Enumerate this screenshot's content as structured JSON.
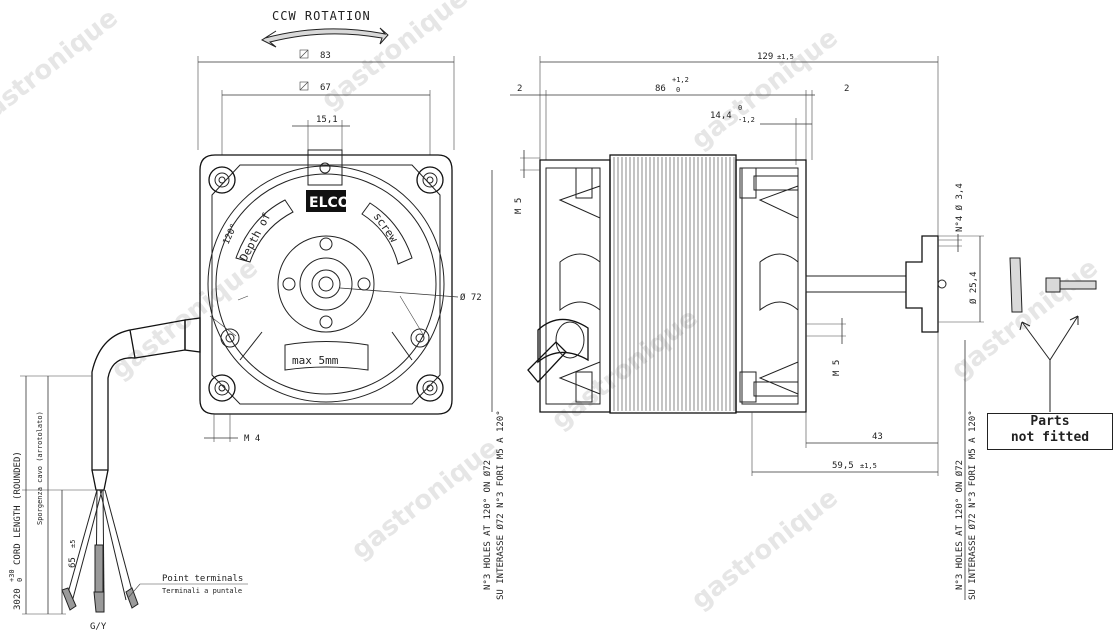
{
  "rotation": {
    "label": "CCW ROTATION"
  },
  "front_view": {
    "dim_square_outer": "83",
    "dim_square_inner": "67",
    "dim_slot": "15,1",
    "dim_bolt_circle": "Ø 72",
    "dim_thread": "M 4",
    "angle_label": "120°",
    "depth_label_1": "Depth of",
    "depth_label_2": "screw",
    "depth_label_3": "max 5mm",
    "brand": "ELCO"
  },
  "side_view": {
    "dim_total": "129",
    "dim_total_tol": "±1,5",
    "dim_body": "86",
    "dim_body_tol_up": "+1,2",
    "dim_body_tol_dn": "0",
    "dim_left_gap": "2",
    "dim_right_gap": "2",
    "dim_shaft_seg": "14,4",
    "dim_shaft_seg_tol_up": "0",
    "dim_shaft_seg_tol_dn": "-1,2",
    "dim_m5_top": "M 5",
    "dim_m5_bottom": "M 5",
    "dim_hole_dia": "N°4 Ø 3,4",
    "dim_hub_dia": "Ø 25,4",
    "dim_43": "43",
    "dim_59": "59,5",
    "dim_59_tol": "±1,5",
    "holes_en_left": "N°3 HOLES AT 120° ON Ø72",
    "holes_it_left": "SU INTERASSE Ø72 N°3 FORI M5 A 120°",
    "holes_en_right": "N°3 HOLES AT 120° ON Ø72",
    "holes_it_right": "SU INTERASSE Ø72 N°3 FORI M5 A 120°"
  },
  "cable": {
    "length": "3020",
    "length_tol_up": "+30",
    "length_tol_dn": "0",
    "length_label": "CORD LENGTH (ROUNDED)",
    "length_label_it": "Sporgenza cavo (arrotolato)",
    "lead_length": "65",
    "lead_length_tol": "±5",
    "terminals_en": "Point terminals",
    "terminals_it": "Terminali a puntale",
    "wire_label": "G/Y"
  },
  "parts_box": {
    "line1": "Parts",
    "line2": "not fitted"
  },
  "watermark": {
    "text": "gastronique"
  },
  "colors": {
    "line": "#222222",
    "fill_light": "#d9d9d9",
    "fill_dark": "#9a9a9a",
    "watermark": "#e6e6e6"
  }
}
